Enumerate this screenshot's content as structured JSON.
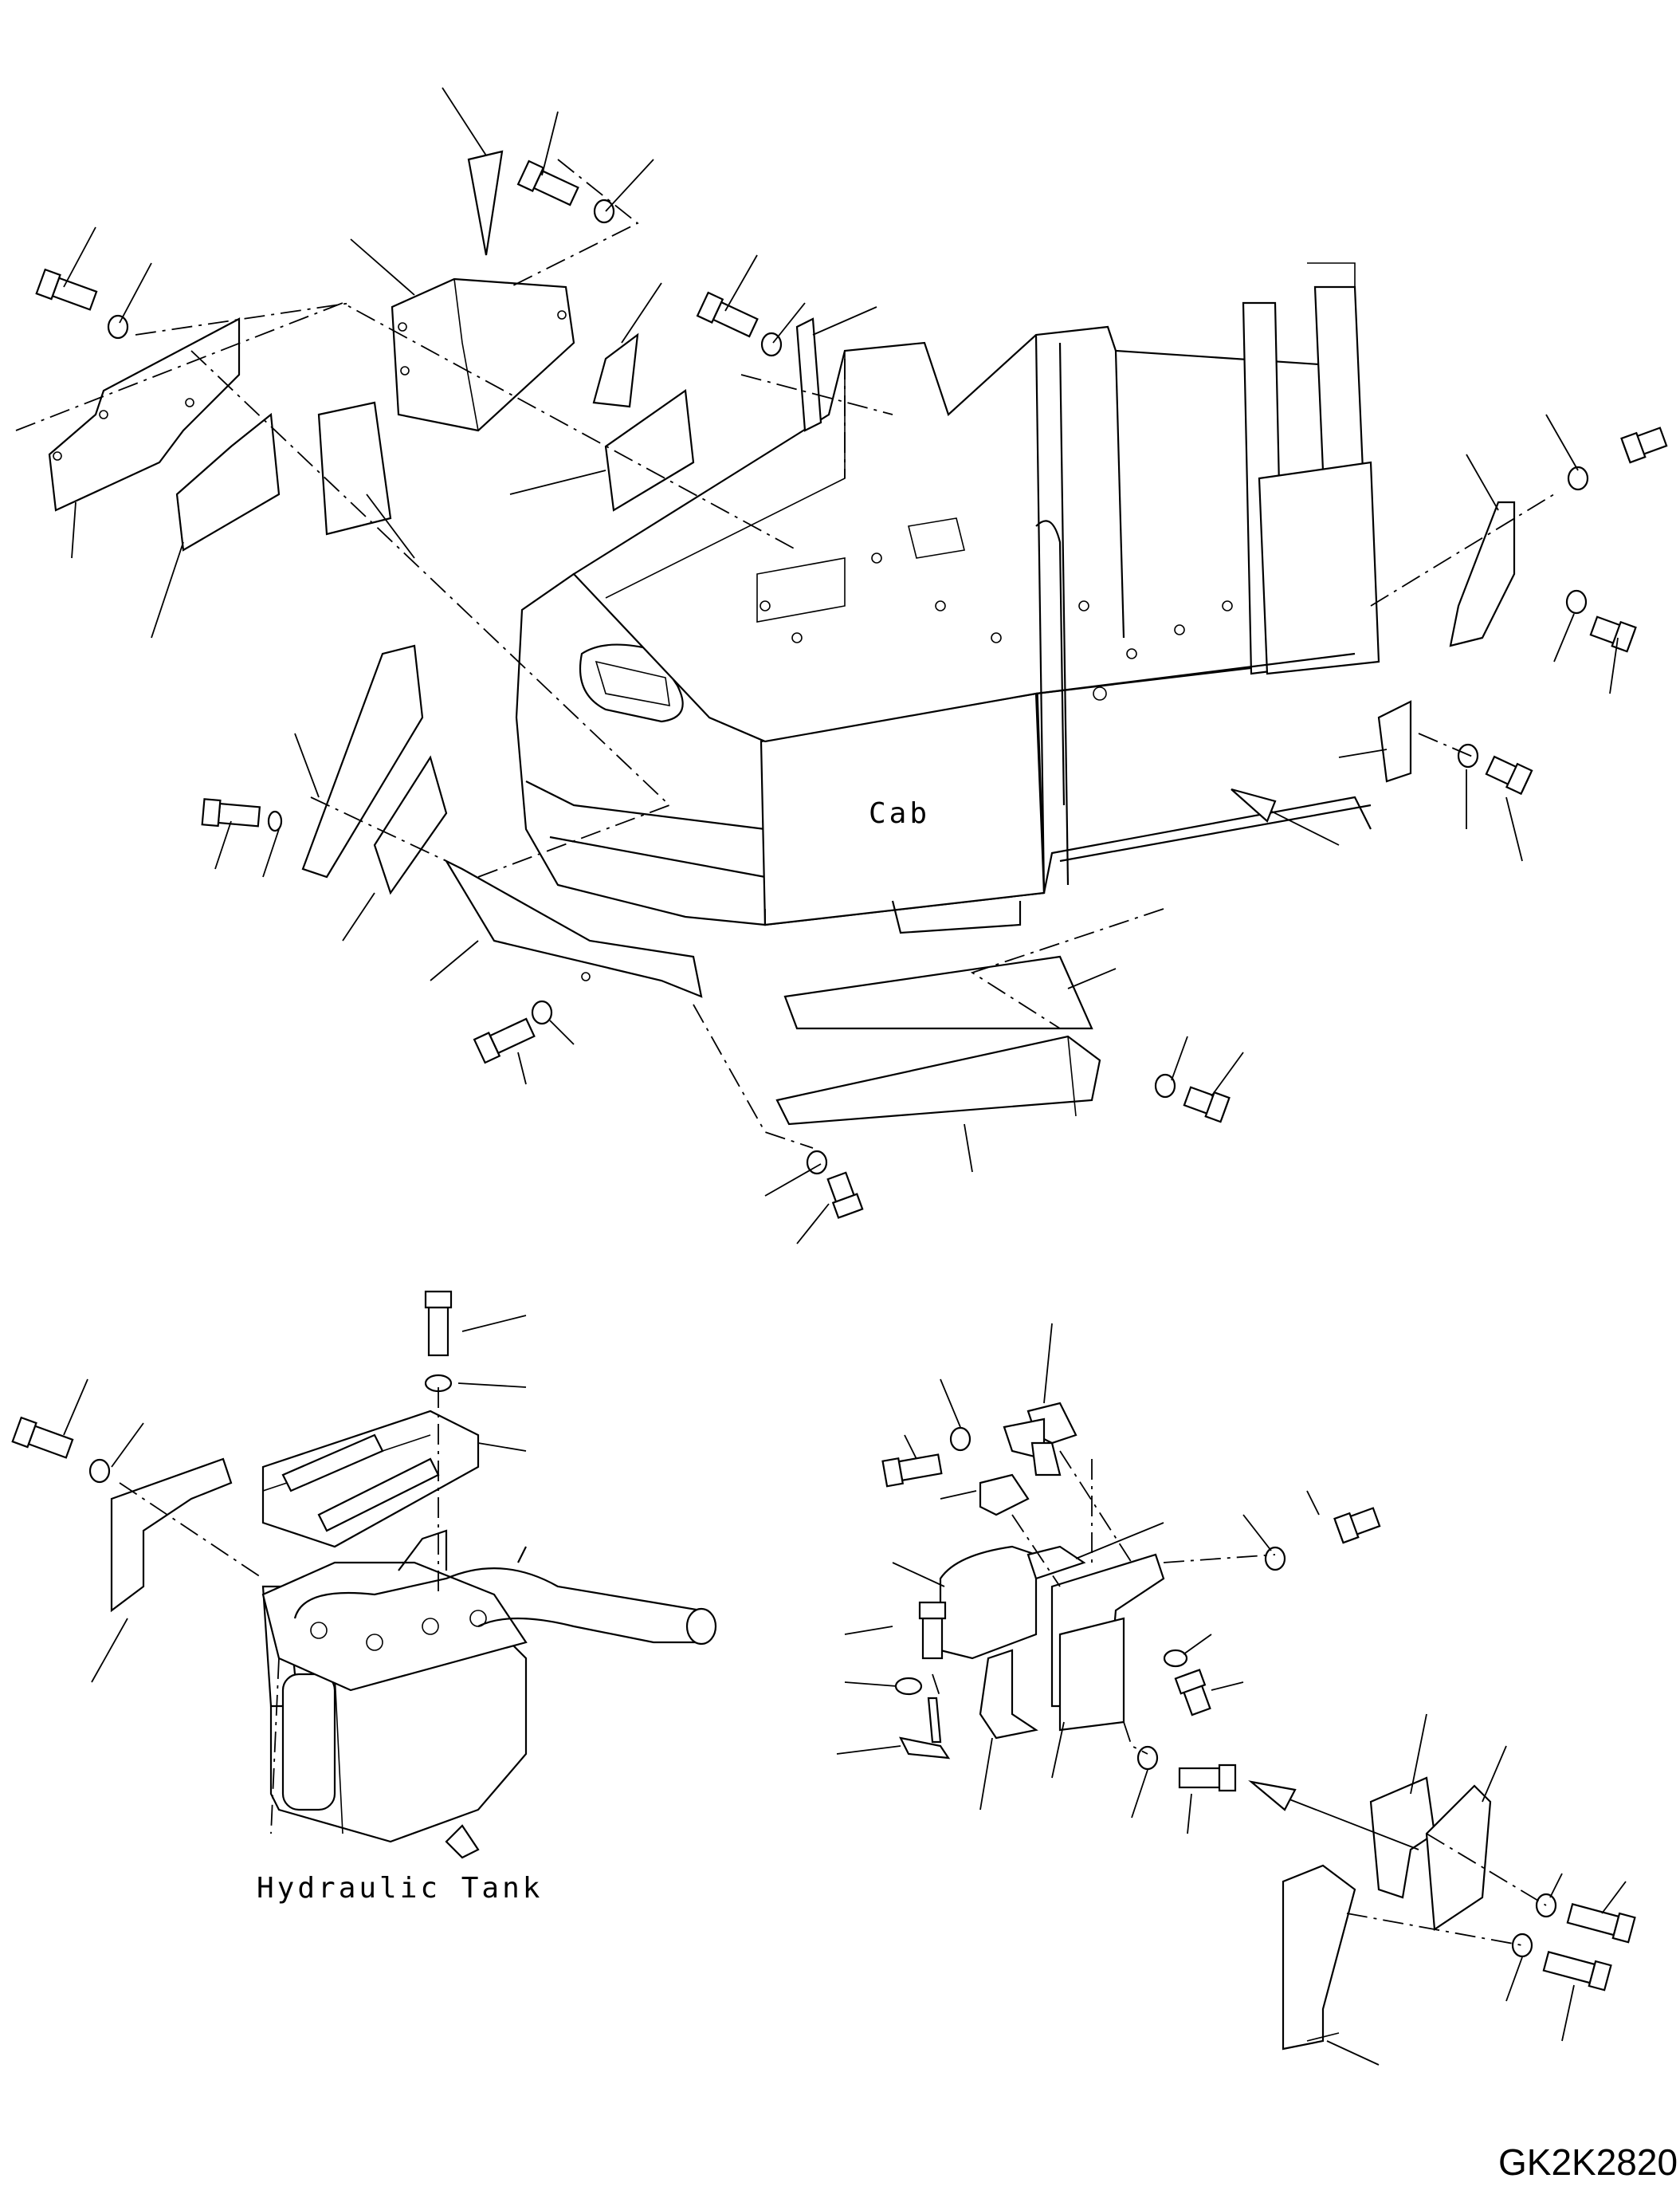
{
  "drawing": {
    "labels": {
      "cab": "Cab",
      "hydraulic_tank": "Hydraulic Tank"
    },
    "drawing_code": "GK2K2820",
    "colors": {
      "line": "#000000",
      "background": "#ffffff"
    }
  }
}
